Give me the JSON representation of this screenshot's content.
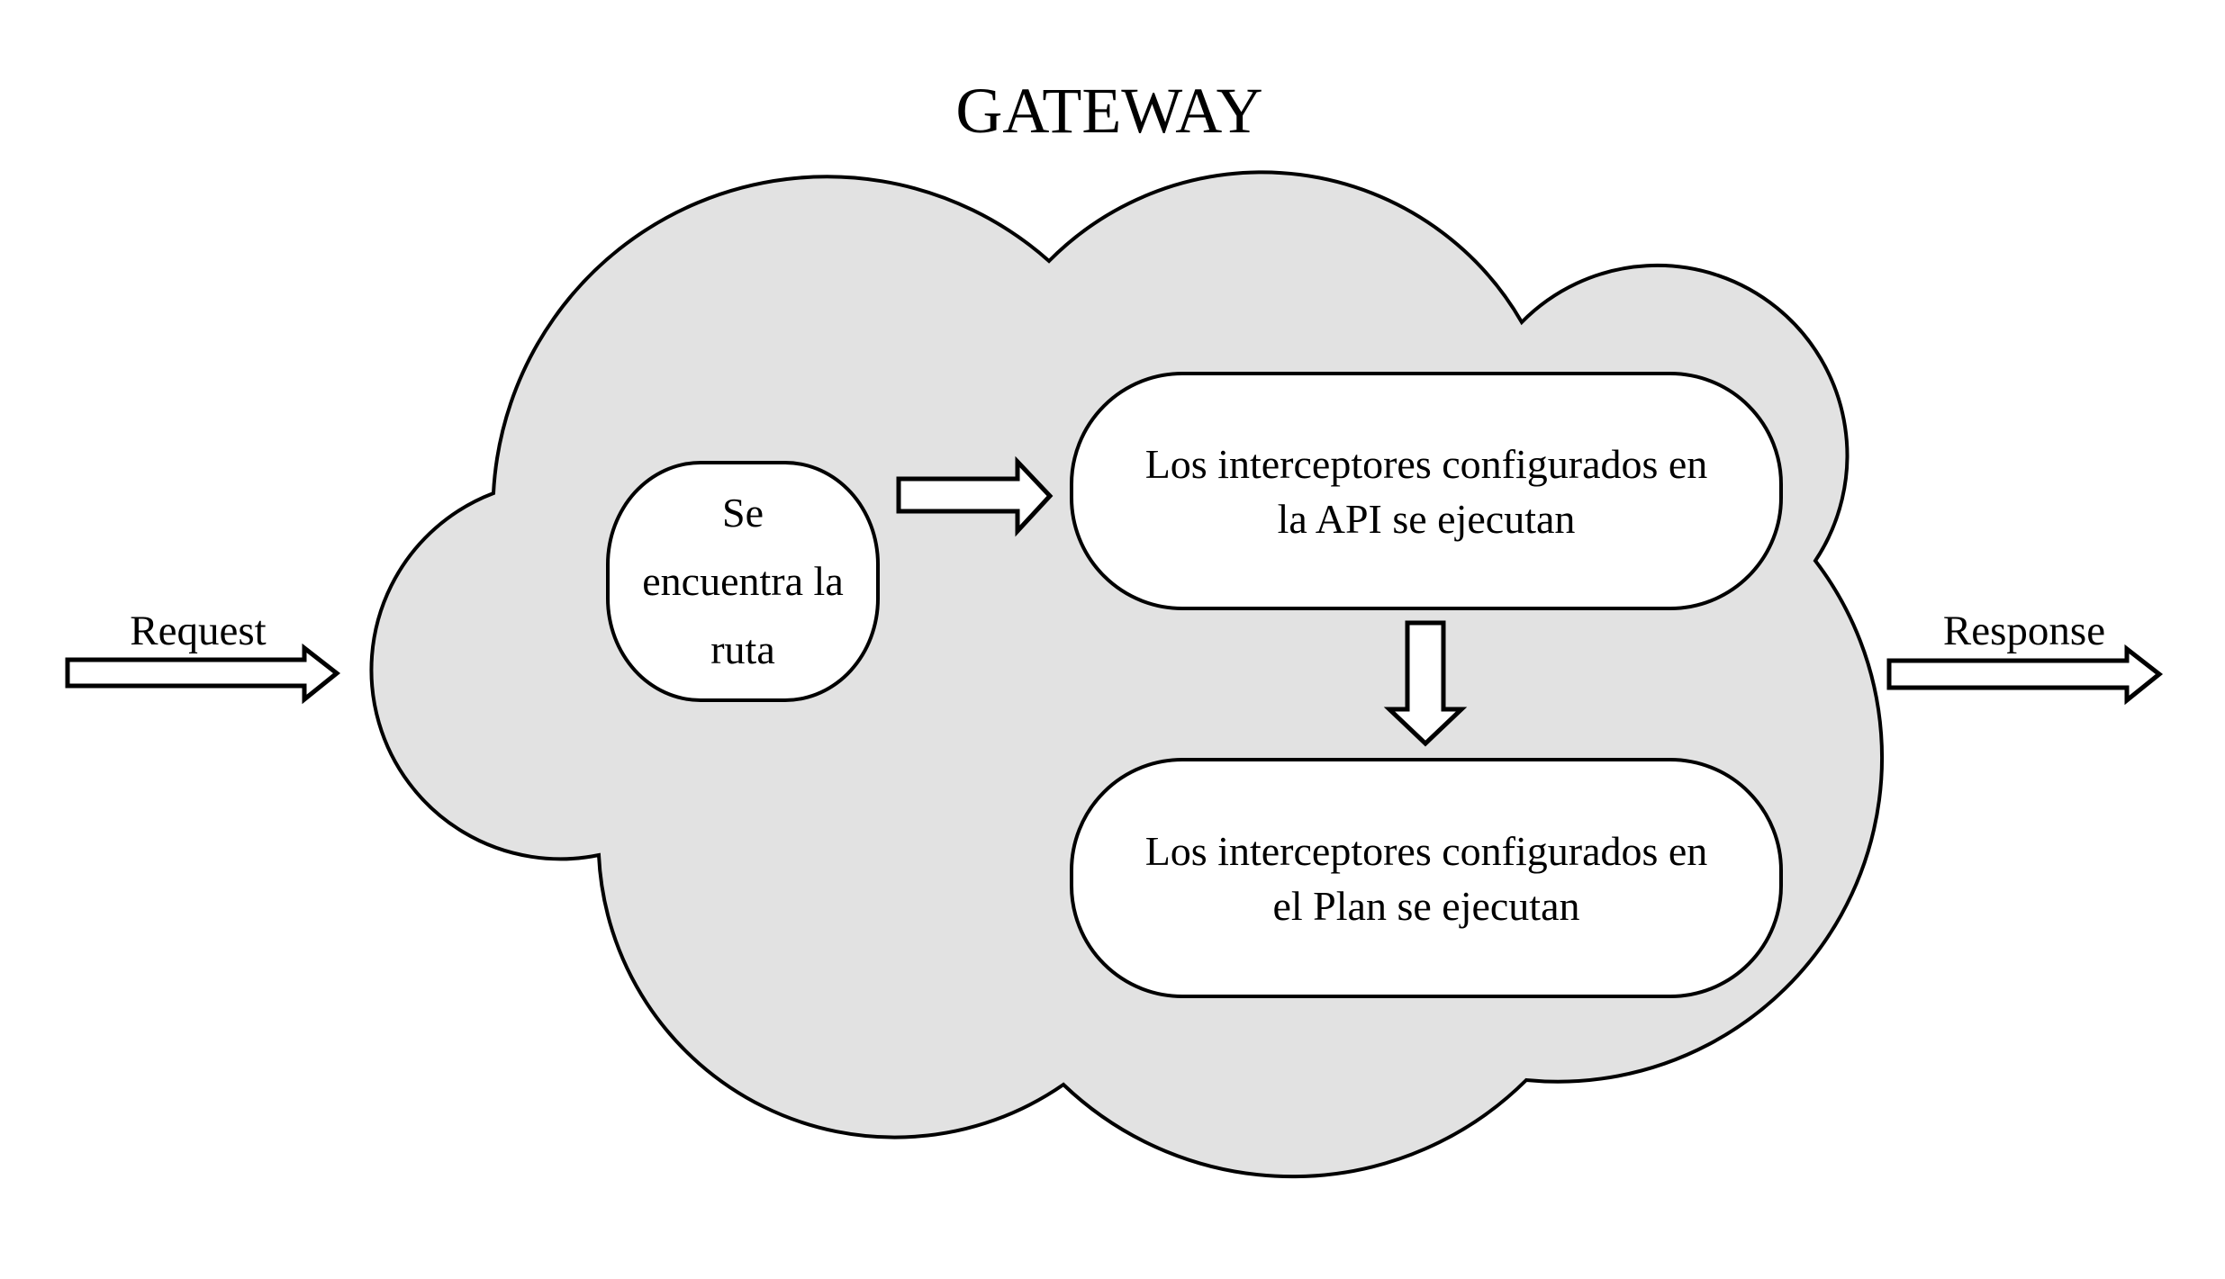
{
  "title": "GATEWAY",
  "flow": {
    "request_label": "Request",
    "response_label": "Response"
  },
  "nodes": {
    "route": {
      "lines": [
        "Se",
        "encuentra la",
        "ruta"
      ]
    },
    "api": {
      "lines": [
        "Los interceptores configurados en",
        "la API se ejecutan"
      ]
    },
    "plan": {
      "lines": [
        "Los interceptores configurados en",
        "el Plan se ejecutan"
      ]
    }
  },
  "colors": {
    "background": "#ffffff",
    "cloud_fill": "#e2e2e2",
    "outline": "#000000",
    "node_fill": "#ffffff",
    "arrow_fill": "#ffffff",
    "text": "#000000"
  }
}
